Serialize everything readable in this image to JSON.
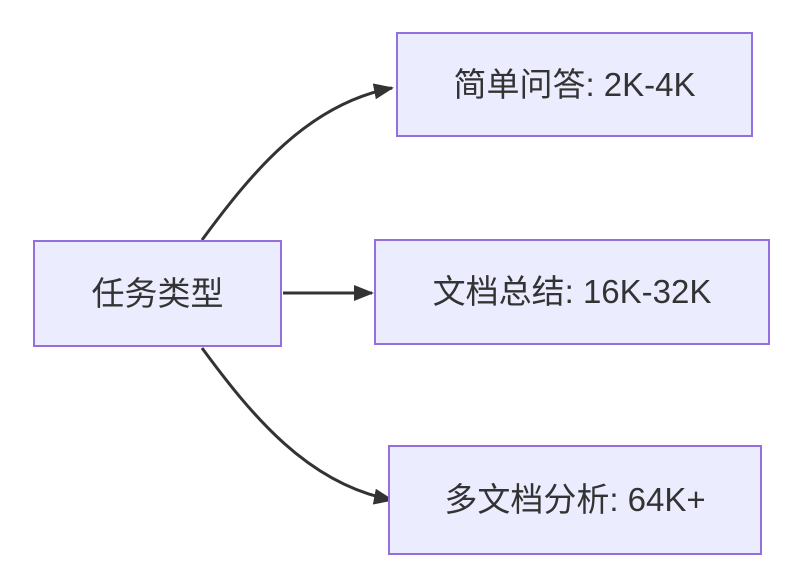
{
  "diagram": {
    "type": "flowchart",
    "direction": "left-to-right",
    "root": {
      "id": "root",
      "label": "任务类型"
    },
    "branches": [
      {
        "id": "b0",
        "label": "简单问答: 2K-4K"
      },
      {
        "id": "b1",
        "label": "文档总结: 16K-32K"
      },
      {
        "id": "b2",
        "label": "多文档分析: 64K+"
      }
    ],
    "edges": [
      {
        "from": "root",
        "to": "b0",
        "style": "curved",
        "arrowhead": "filled-triangle"
      },
      {
        "from": "root",
        "to": "b1",
        "style": "straight",
        "arrowhead": "filled-triangle"
      },
      {
        "from": "root",
        "to": "b2",
        "style": "curved",
        "arrowhead": "filled-triangle"
      }
    ],
    "colors": {
      "node_fill": "#ECECFF",
      "node_border": "#9370DB",
      "edge_stroke": "#333333",
      "text": "#333333",
      "background": "#FFFFFF"
    }
  }
}
